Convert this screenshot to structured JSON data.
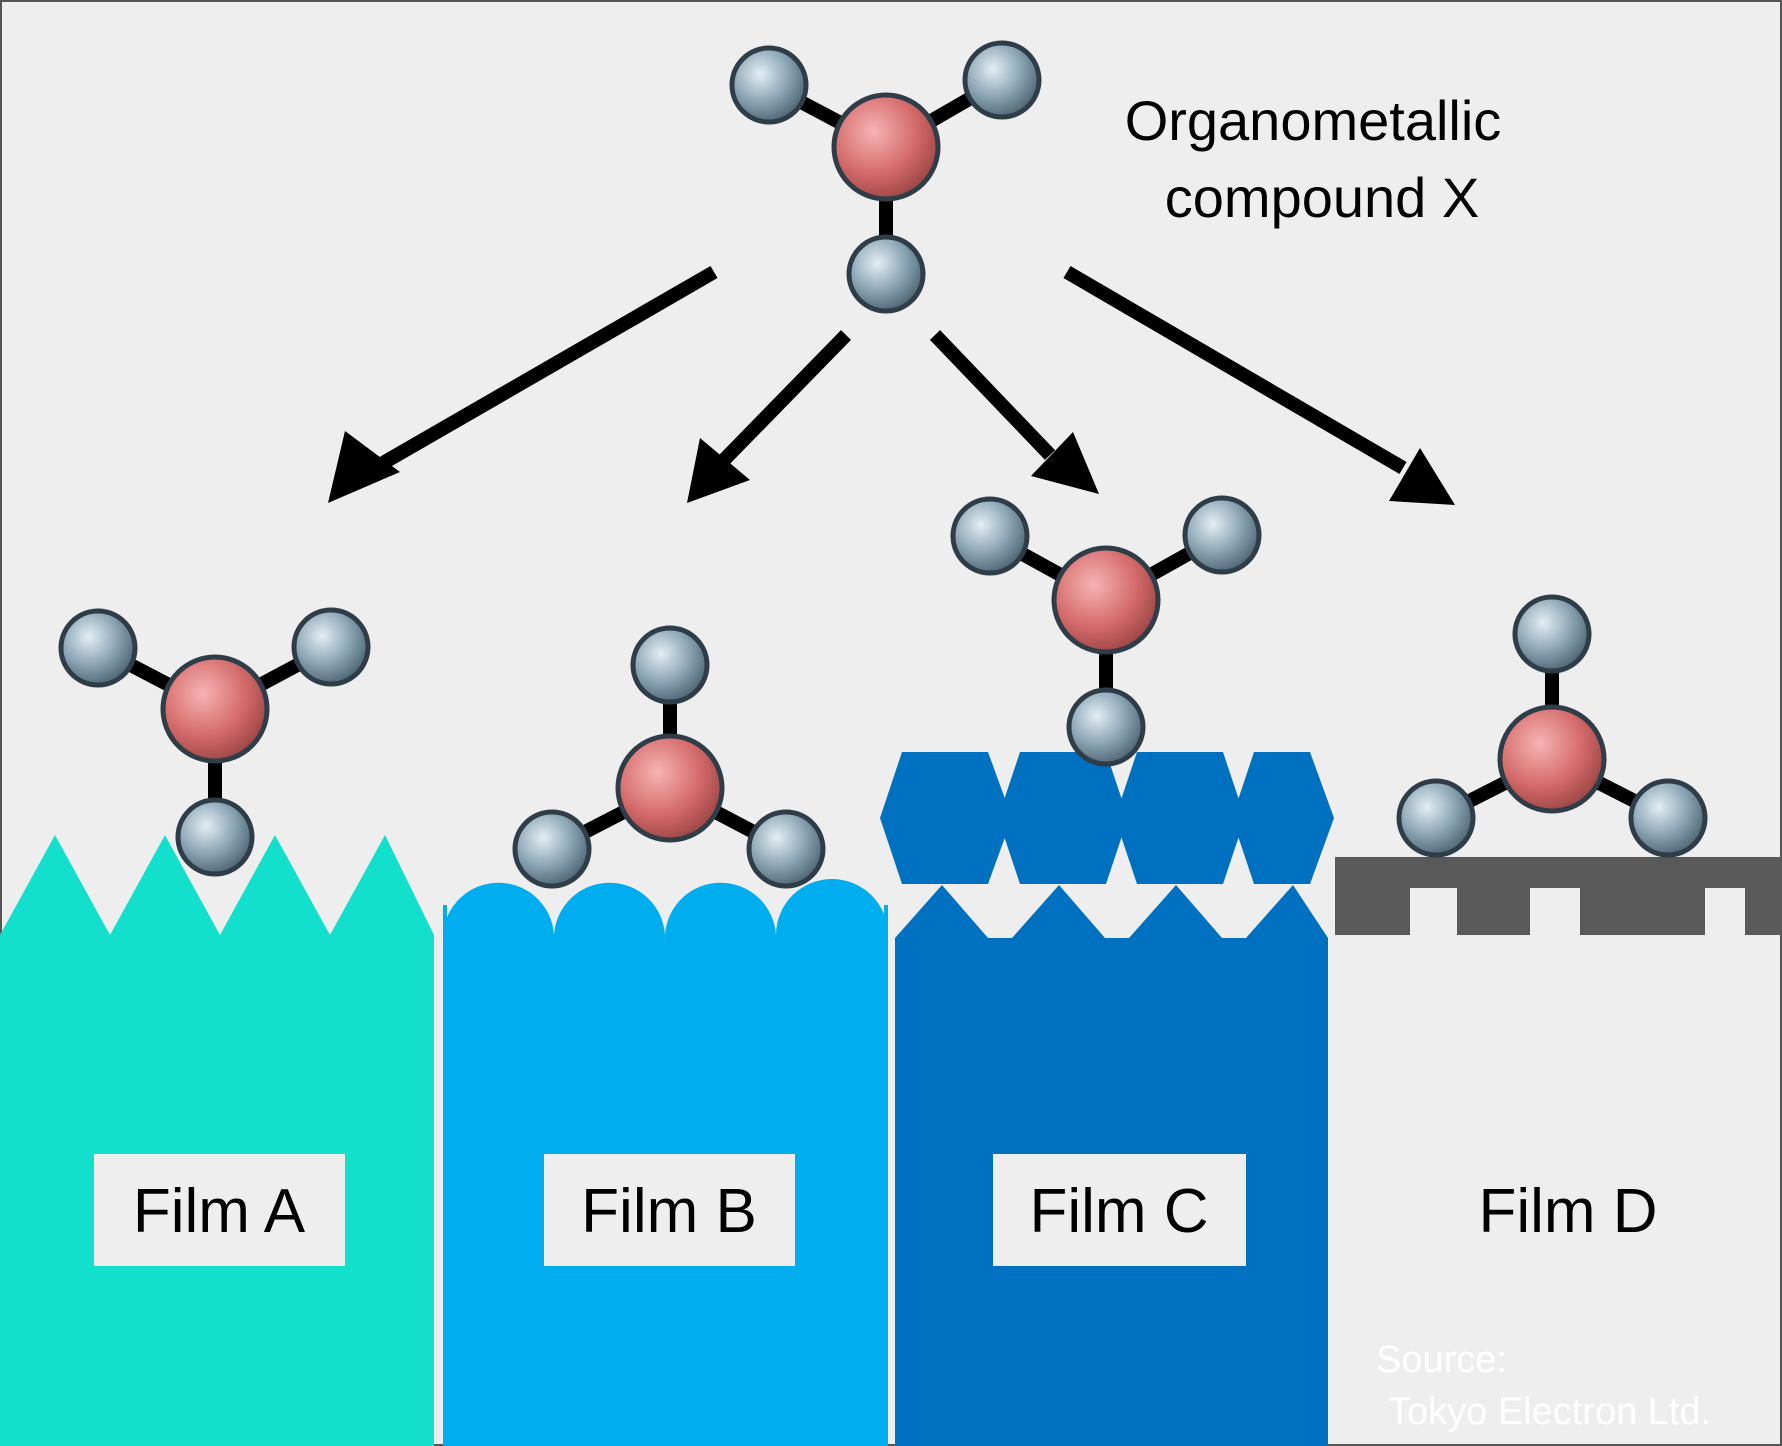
{
  "compound": {
    "line1": "Organometallic",
    "line2": "compound X"
  },
  "films": [
    {
      "label": "Film A",
      "color": "#12E0CD"
    },
    {
      "label": "Film B",
      "color": "#00AEEF"
    },
    {
      "label": "Film C",
      "color": "#0070C0"
    },
    {
      "label": "Film D",
      "color": "#595959"
    }
  ],
  "source": {
    "line1": "Source:",
    "line2": "Tokyo Electron Ltd."
  },
  "colors": {
    "background": "#EEEEEE",
    "metal_atom": "#D97070",
    "ligand_atom": "#7F99AA",
    "bond": "#000000",
    "arrow": "#000000",
    "label_box": "#EEEEEE"
  }
}
